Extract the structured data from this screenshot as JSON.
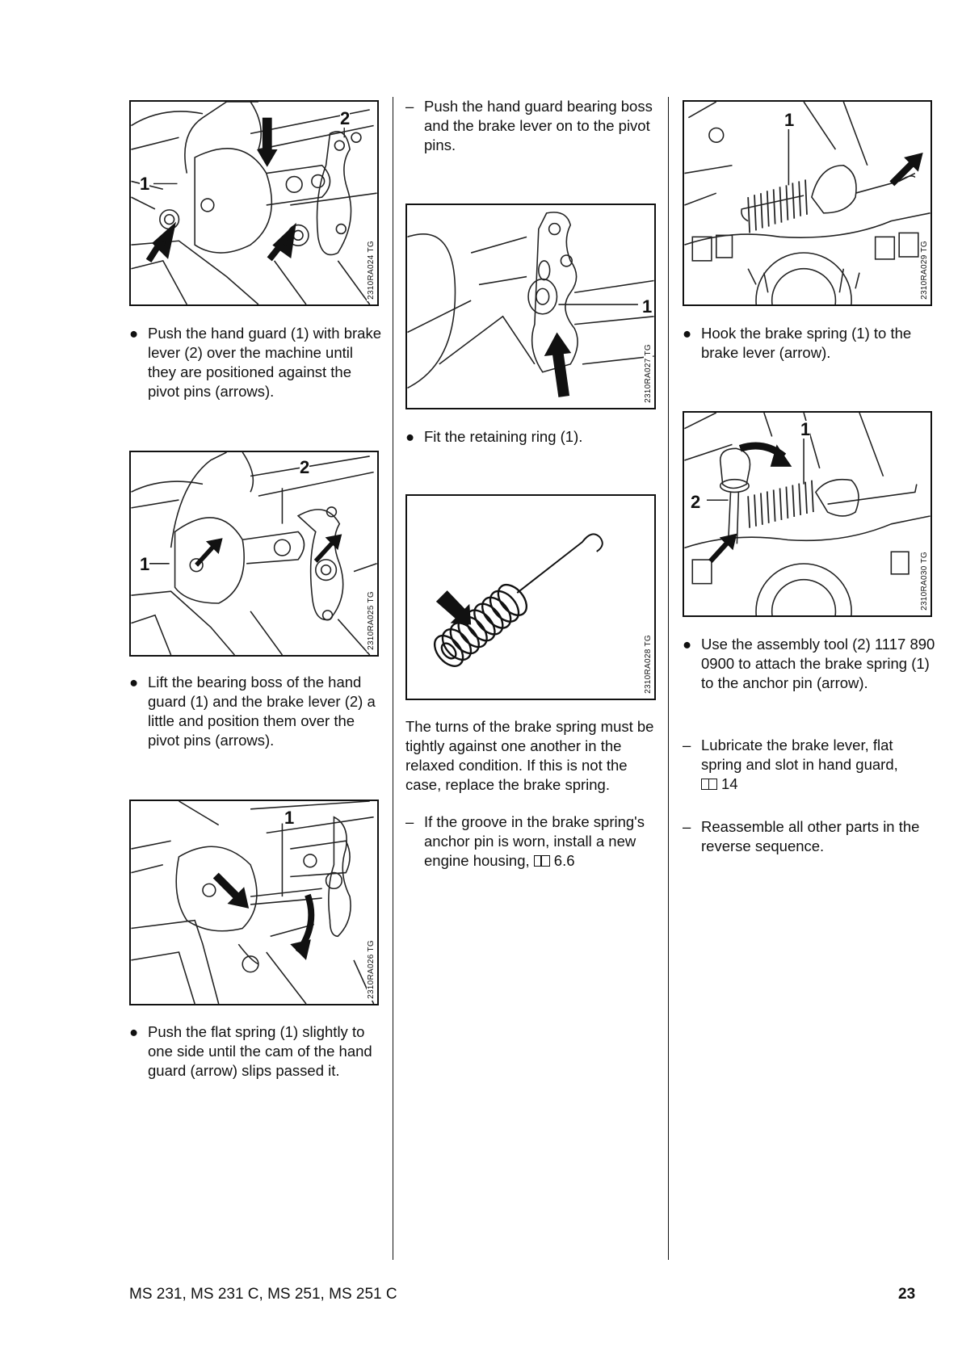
{
  "figures": {
    "f1": {
      "code": "2310RA024 TG",
      "callouts": [
        "2",
        "1"
      ]
    },
    "f2": {
      "code": "2310RA025 TG",
      "callouts": [
        "2",
        "1"
      ]
    },
    "f3": {
      "code": "2310RA026 TG",
      "callouts": [
        "1"
      ]
    },
    "f4": {
      "code": "2310RA027 TG",
      "callouts": [
        "1"
      ]
    },
    "f5": {
      "code": "2310RA028 TG",
      "callouts": []
    },
    "f6": {
      "code": "2310RA029 TG",
      "callouts": [
        "1"
      ]
    },
    "f7": {
      "code": "2310RA030 TG",
      "callouts": [
        "1",
        "2"
      ]
    }
  },
  "col1": {
    "step1": "Push the hand guard (1) with brake lever (2) over the machine until they are positioned against the pivot pins (arrows).",
    "step2": "Lift the bearing boss of the hand guard (1) and the brake lever (2) a little and position them over the pivot pins (arrows).",
    "step3": "Push the flat spring (1) slightly to one side until the cam of the hand guard (arrow) slips passed it."
  },
  "col2": {
    "dash1": "Push the hand guard bearing boss and the brake lever on to the pivot pins.",
    "step1": "Fit the retaining ring (1).",
    "note": "The turns of the brake spring must be tightly against one another in the relaxed condition. If this is not the case, replace the brake spring.",
    "dash2": "If the groove in the brake spring's anchor pin is worn, install a new engine housing,",
    "dash2_ref": "6.6"
  },
  "col3": {
    "step1": "Hook the brake spring (1) to the brake lever (arrow).",
    "step2": "Use the assembly tool (2) 1117 890 0900 to attach the brake spring (1) to the anchor pin (arrow).",
    "dash1": "Lubricate the brake lever, flat spring and slot in hand guard,",
    "dash1_ref": "14",
    "dash2": "Reassemble all other parts in the reverse sequence."
  },
  "symbols": {
    "bullet": "●",
    "dash": "–"
  },
  "footer": {
    "models": "MS 231, MS 231 C, MS 251, MS 251 C",
    "page": "23"
  }
}
